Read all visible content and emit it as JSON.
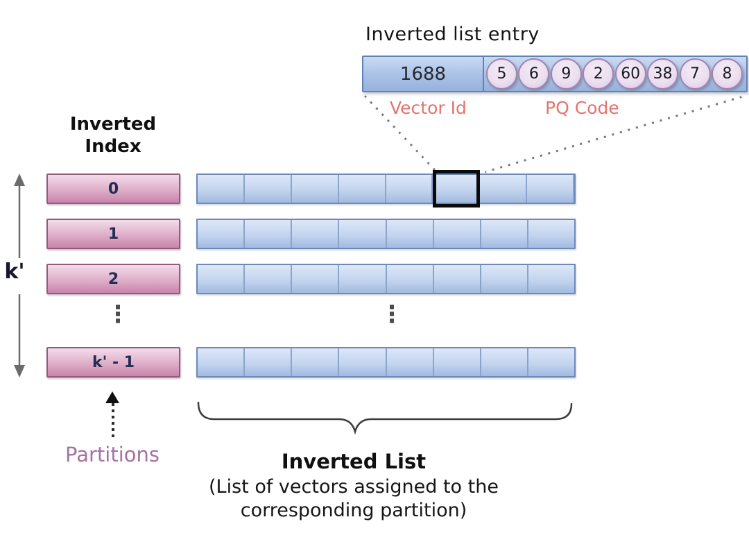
{
  "entry": {
    "title": "Inverted list entry",
    "vector_id": "1688",
    "vector_id_label": "Vector Id",
    "pq_code_label": "PQ Code",
    "pq_codes": [
      "5",
      "6",
      "9",
      "2",
      "60",
      "38",
      "7",
      "8"
    ]
  },
  "inverted_index": {
    "title_line1": "Inverted",
    "title_line2": "Index",
    "count_label": "k'",
    "partition_labels": [
      "0",
      "1",
      "2"
    ],
    "last_partition_label": "k' - 1",
    "ellipsis": "⋮",
    "partitions_caption": "Partitions"
  },
  "inverted_list": {
    "num_rows": 4,
    "cells_per_row": 8,
    "highlighted": {
      "row_index": 0,
      "cell_index": 5
    },
    "caption_title": "Inverted List",
    "caption_line1": "(List of vectors assigned to the",
    "caption_line2": "corresponding partition)"
  },
  "colors": {
    "cell_blue_light": "#dde8f7",
    "cell_blue_dark": "#a2bbe0",
    "cell_border": "#6d89b8",
    "partition_pink_light": "#f3dcea",
    "partition_pink_dark": "#c884aa",
    "partition_border": "#935a7c",
    "pq_circle_fill": "#ecdff0",
    "pq_circle_border": "#9d87b0",
    "label_salmon": "#e5736c",
    "label_plum": "#a572a2",
    "arrow_gray": "#6b6b6b",
    "highlight_black": "#0b0b0b"
  }
}
